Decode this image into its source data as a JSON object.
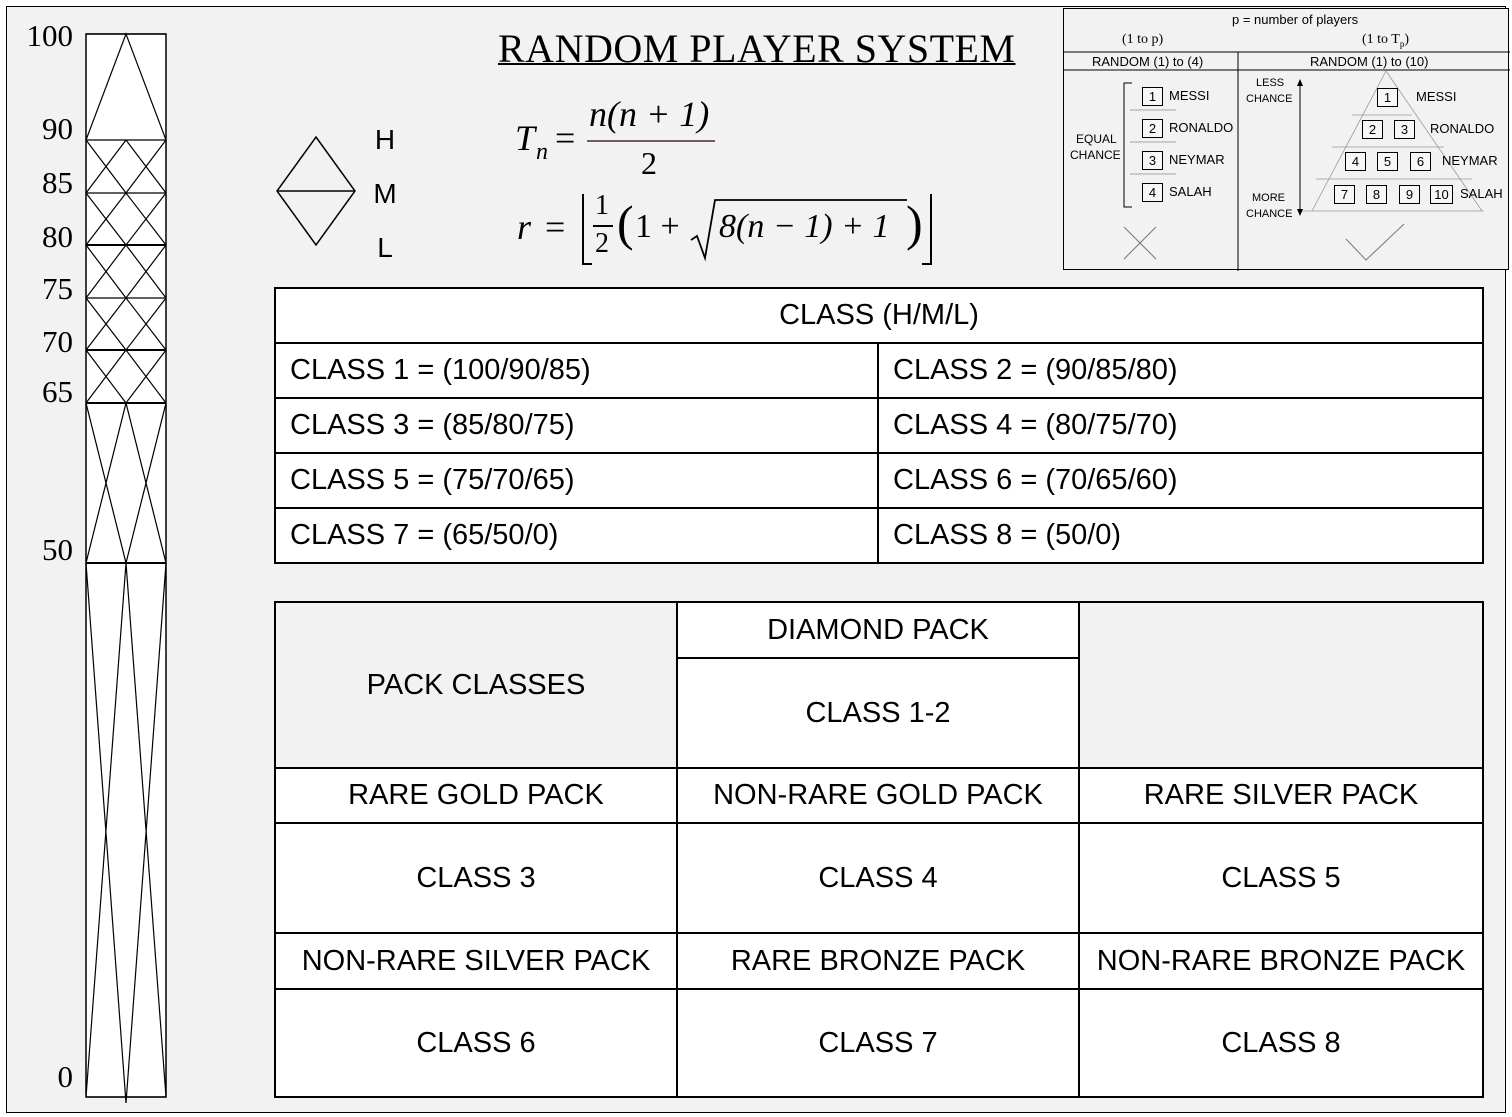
{
  "title": "RANDOM PLAYER SYSTEM",
  "scale": {
    "ticks": [
      100,
      90,
      85,
      80,
      75,
      70,
      65,
      50,
      0
    ],
    "labels": {
      "t100": "100",
      "t90": "90",
      "t85": "85",
      "t80": "80",
      "t75": "75",
      "t70": "70",
      "t65": "65",
      "t50": "50",
      "t0": "0"
    }
  },
  "hml_legend": {
    "h": "H",
    "m": "M",
    "l": "L"
  },
  "formulas": {
    "tn_lhs": "T",
    "tn_sub": "n",
    "tn_eq": "=",
    "tn_numerator": "n(n + 1)",
    "tn_denominator": "2",
    "r_lhs": "r",
    "r_eq": "=",
    "r_half_num": "1",
    "r_half_den": "2",
    "r_inner": "1 + ",
    "r_sqrt": "8(n − 1) + 1"
  },
  "class_table": {
    "header": "CLASS (H/M/L)",
    "rows": [
      [
        "CLASS 1 = (100/90/85)",
        "CLASS 2 = (90/85/80)"
      ],
      [
        "CLASS 3 = (85/80/75)",
        "CLASS 4 = (80/75/70)"
      ],
      [
        "CLASS 5 = (75/70/65)",
        "CLASS 6 = (70/65/60)"
      ],
      [
        "CLASS 7 = (65/50/0)",
        "CLASS 8 = (50/0)"
      ]
    ]
  },
  "pack_table": {
    "pack_classes": "PACK CLASSES",
    "diamond_pack": "DIAMOND PACK",
    "diamond_class": "CLASS 1-2",
    "packs": [
      [
        "RARE GOLD PACK",
        "NON-RARE GOLD PACK",
        "RARE SILVER PACK"
      ],
      [
        "CLASS 3",
        "CLASS 4",
        "CLASS 5"
      ],
      [
        "NON-RARE SILVER PACK",
        "RARE BRONZE PACK",
        "NON-RARE BRONZE PACK"
      ],
      [
        "CLASS 6",
        "CLASS 7",
        "CLASS 8"
      ]
    ]
  },
  "legend": {
    "top": "p = number of players",
    "left_range": "(1 to p)",
    "right_range": "(1 to T",
    "right_range_sub": "p",
    "right_range_close": ")",
    "left_header": "RANDOM (1) to (4)",
    "right_header": "RANDOM (1) to (10)",
    "equal_chance_1": "EQUAL",
    "equal_chance_2": "CHANCE",
    "less_chance_1": "LESS",
    "less_chance_2": "CHANCE",
    "more_chance_1": "MORE",
    "more_chance_2": "CHANCE",
    "left_players": [
      {
        "num": "1",
        "name": "MESSI"
      },
      {
        "num": "2",
        "name": "RONALDO"
      },
      {
        "num": "3",
        "name": "NEYMAR"
      },
      {
        "num": "4",
        "name": "SALAH"
      }
    ],
    "pyramid_rows": [
      {
        "nums": [
          "1"
        ],
        "name": "MESSI"
      },
      {
        "nums": [
          "2",
          "3"
        ],
        "name": "RONALDO"
      },
      {
        "nums": [
          "4",
          "5",
          "6"
        ],
        "name": "NEYMAR"
      },
      {
        "nums": [
          "7",
          "8",
          "9",
          "10"
        ],
        "name": "SALAH"
      }
    ]
  }
}
